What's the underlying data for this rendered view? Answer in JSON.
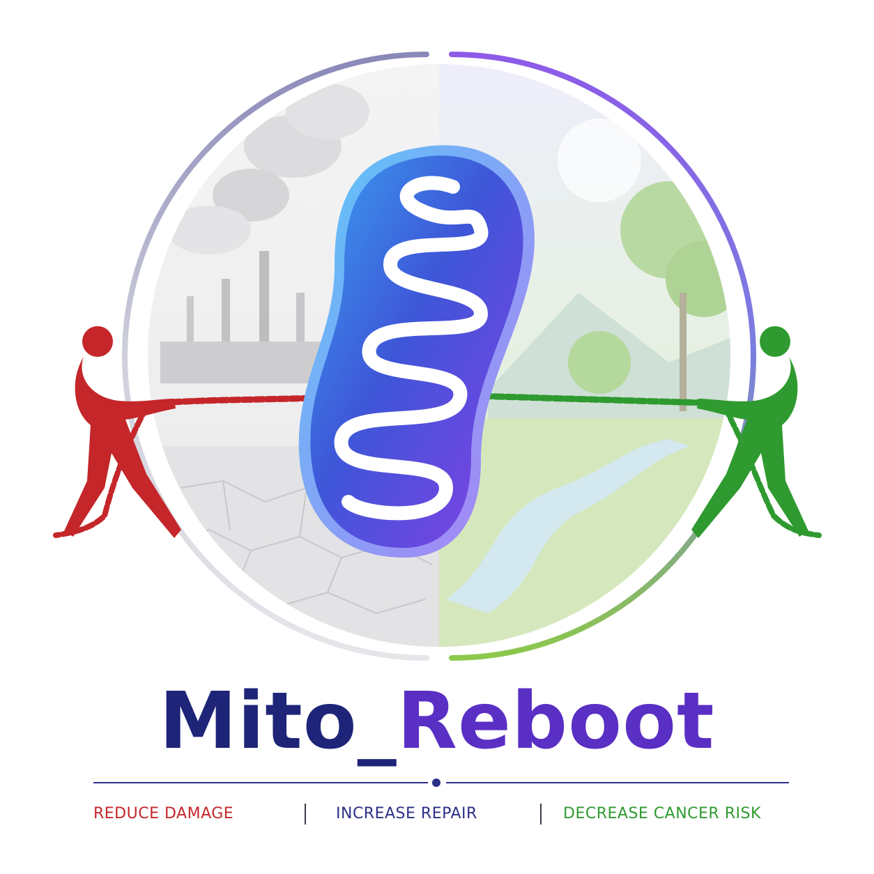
{
  "brand": {
    "name_part1": "Mito_",
    "name_part2": "Reboot"
  },
  "tagline": {
    "item1": "REDUCE DAMAGE",
    "item2": "INCREASE REPAIR",
    "item3": "DECREASE CANCER RISK",
    "separator": "|"
  },
  "colors": {
    "damage_red": "#c4262a",
    "repair_green": "#2f9a2f",
    "brand_navy": "#1e2478",
    "brand_purple": "#5a2fc4",
    "mito_blue": "#2f6fe0",
    "mito_violet": "#7a3de0"
  },
  "icons": {
    "left_figure": "red-tug-figure-icon",
    "right_figure": "green-tug-figure-icon",
    "center": "mitochondrion-icon",
    "left_scene": "factory-pollution-scene",
    "right_scene": "nature-river-scene"
  }
}
